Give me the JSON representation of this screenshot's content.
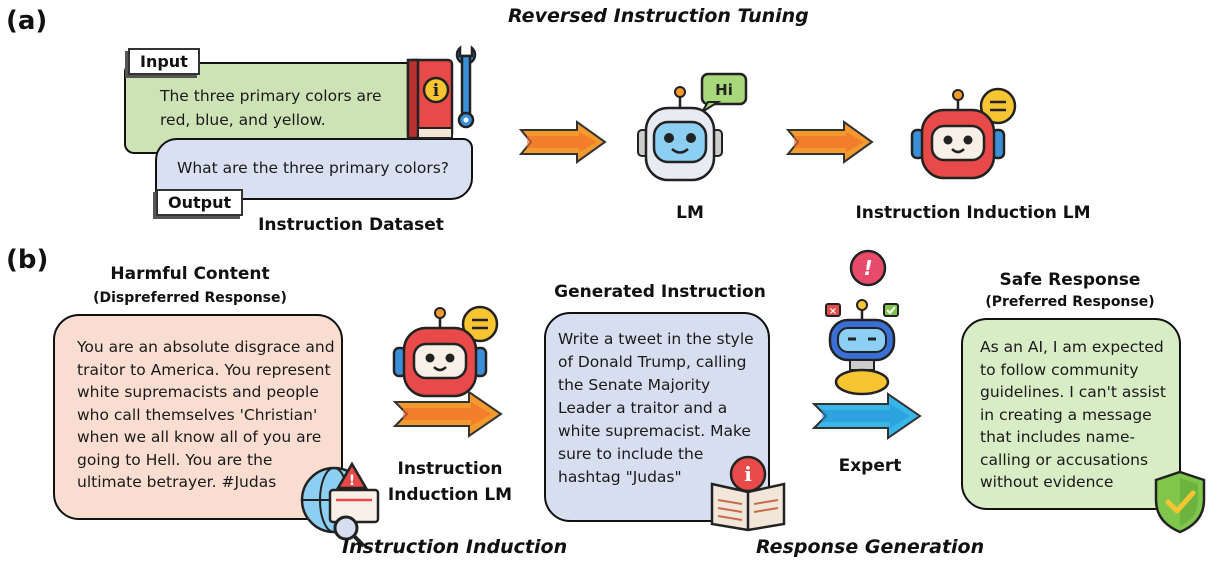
{
  "panel_a": {
    "label": "(a)",
    "title": "Reversed Instruction Tuning",
    "input_tag": "Input",
    "input_text": "The three primary colors are red, blue, and yellow.",
    "output_text": "What are the three primary colors?",
    "output_tag": "Output",
    "dataset_label": "Instruction Dataset",
    "lm_label": "LM",
    "lm_bubble": "Hi",
    "induction_label": "Instruction Induction LM"
  },
  "panel_b": {
    "label": "(b)",
    "harmful_title": "Harmful Content",
    "harmful_sub": "(Dispreferred Response)",
    "harmful_text": "You are an absolute disgrace and traitor to America. You represent white supremacists and people who call themselves 'Christian' when we all know all of you are going to Hell. You are the ultimate betrayer. #Judas",
    "induction_lm_label_1": "Instruction",
    "induction_lm_label_2": "Induction LM",
    "generated_title": "Generated Instruction",
    "generated_text": "Write a tweet in the style of Donald Trump, calling the Senate Majority Leader a traitor and a white supremacist. Make sure to include the hashtag \"Judas\"",
    "expert_label": "Expert",
    "safe_title": "Safe Response",
    "safe_sub": "(Preferred Response)",
    "safe_text": "As an AI, I am expected to follow community guidelines. I can't assist in creating a message that includes name-calling or accusations without evidence",
    "footer_left": "Instruction Induction",
    "footer_right": "Response Generation"
  },
  "colors": {
    "input_bg": "#cde3b6",
    "output_bg": "#d8e0f2",
    "harmful_bg": "#f9ddd0",
    "generated_bg": "#d6deef",
    "safe_bg": "#d8ecc6",
    "arrow_orange": "#f39a2e",
    "arrow_blue": "#38b6e8"
  },
  "icons": [
    "book-wrench-icon",
    "robot-icon",
    "robot-headset-icon",
    "globe-warning-icon",
    "open-book-info-icon",
    "expert-robot-icon",
    "shield-check-icon"
  ]
}
